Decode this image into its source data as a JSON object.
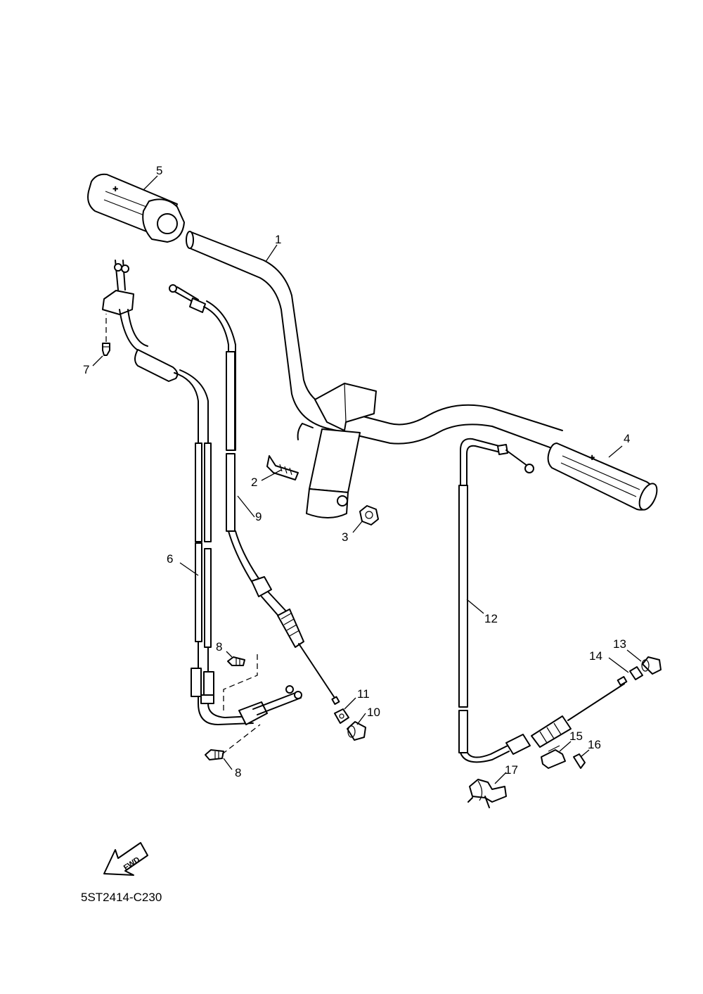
{
  "diagram": {
    "callouts": [
      "1",
      "2",
      "3",
      "4",
      "5",
      "6",
      "7",
      "8",
      "8",
      "9",
      "10",
      "11",
      "12",
      "13",
      "14",
      "15",
      "16",
      "17"
    ],
    "fwd_arrow_text": "FWD",
    "code": "5ST2414-C230"
  }
}
